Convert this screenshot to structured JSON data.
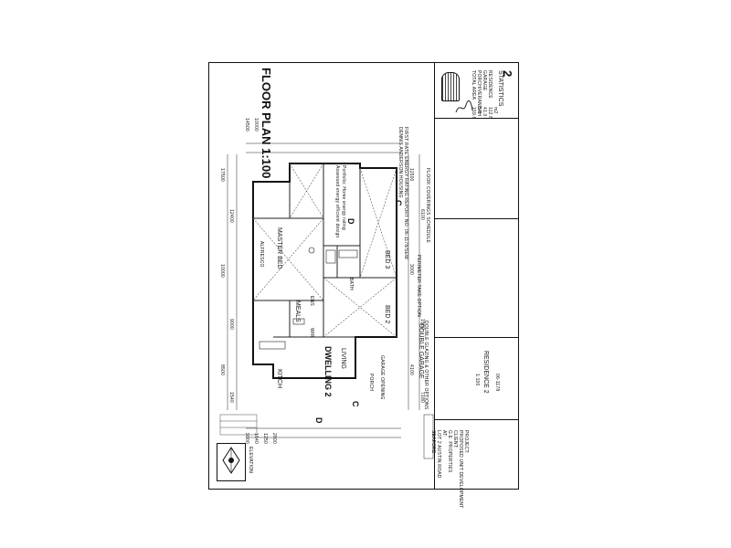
{
  "drawing": {
    "title": "FLOOR PLAN 1:100",
    "dwelling_label": "DWELLING 2",
    "rooms": {
      "master_bed": "MASTER BED",
      "meals": "MEALS",
      "kitchen": "KITCH",
      "living": "LIVING",
      "bed2": "BED 2",
      "bed3": "BED 3",
      "garage": "DOUBLE GARAGE",
      "ens": "ENS",
      "wir": "WIR",
      "bath": "BATH",
      "porch": "PORCH",
      "alfresco": "ALFRESCO"
    },
    "section_markers": [
      "D",
      "C",
      "C",
      "D"
    ],
    "garage_opening": "GARAGE OPENING",
    "notes": {
      "energy": "Portfolio: Home energy rating",
      "energy_sub": "Assessed energy efficient design",
      "termite": "PERIMETER TAKE OPTION",
      "floor_covering": "FLOOR COVERINGS SCHEDULE",
      "double_glazing": "DOUBLE GLAZING & OTHER OPTIONS",
      "energy_report": "FIRST RATE ENERGY RATING REPORT NO: 06-1178/SEW",
      "energy_assessor": "DENNIS ANDERSON HOUSING"
    }
  },
  "title_block": {
    "sheet_number": "2",
    "statistics_label": "STATISTICS",
    "stats": [
      {
        "label": "RESIDENCE",
        "value": "112.8"
      },
      {
        "label": "GARAGE",
        "value": "41.0"
      },
      {
        "label": "PORCH/VERANDAH",
        "value": "5.8"
      },
      {
        "label": "TOTAL AREA",
        "value": "159.6"
      }
    ],
    "units": "m2",
    "project_label": "PROJECT:",
    "project": "PROPOSED UNIT DEVELOPMENT",
    "client_label": "CLIENT:",
    "client": "G.E. PROPERTIES",
    "at_label": "AT:",
    "address": "LOT 2 AUSTIN ROAD",
    "suburb": "SEAFORD",
    "drawing_no": "06-1178",
    "residence": "RESIDENCE 2",
    "scale": "1:100",
    "elevation": "ELEVATION"
  },
  "dimensions": {
    "top": [
      "17500",
      "12400",
      "10000",
      "9000",
      "8500",
      "1540"
    ],
    "left": [
      "14500",
      "10000",
      "9000",
      "1640",
      "1250",
      "2800"
    ],
    "bottom": [
      "11500",
      "6100",
      "3000",
      "1500",
      "4100",
      "7180"
    ]
  }
}
